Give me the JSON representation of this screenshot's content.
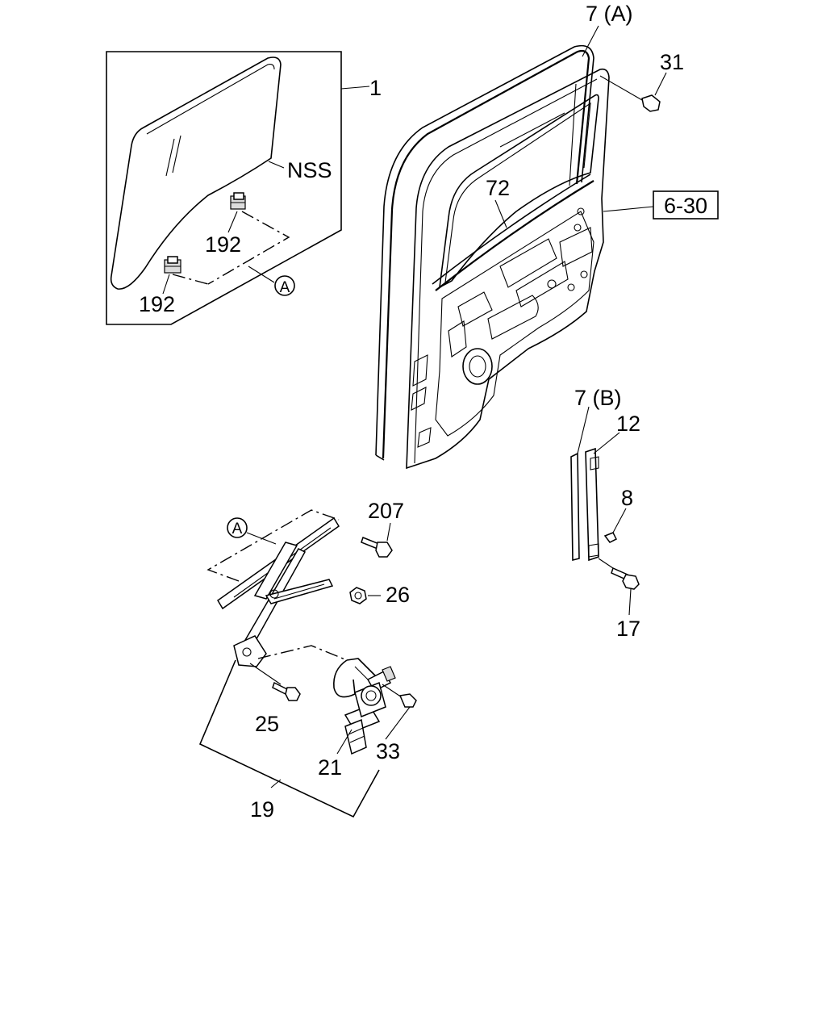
{
  "callouts": {
    "glass": "1",
    "glass_note": "NSS",
    "clip_upper": "192",
    "clip_lower": "192",
    "ref_a_top": "A",
    "weatherstrip_a": "7 (A)",
    "screw_31": "31",
    "seal_72": "72",
    "ref_box": "6-30",
    "weatherstrip_b": "7 (B)",
    "channel_12": "12",
    "screw_8": "8",
    "bolt_17": "17",
    "ref_a_bottom": "A",
    "bolt_207": "207",
    "nut_26": "26",
    "bolt_25": "25",
    "screw_33": "33",
    "motor_21": "21",
    "regulator_19": "19"
  }
}
